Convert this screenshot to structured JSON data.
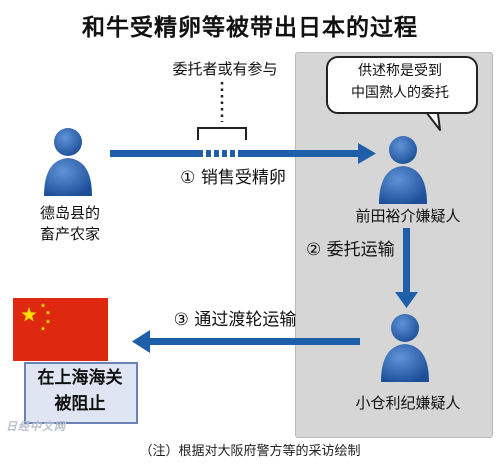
{
  "title": "和牛受精卵等被带出日本的过程",
  "consignment_note": "委托者或有参与",
  "bubble": {
    "line1": "供述称是受到",
    "line2": "中国熟人的委托"
  },
  "actors": {
    "farmer_line1": "德岛县的",
    "farmer_line2": "畜产农家",
    "suspect_maeda": "前田裕介嫌疑人",
    "suspect_ogura": "小仓利纪嫌疑人"
  },
  "steps": {
    "step1": "① 销售受精卵",
    "step2": "② 委托运输",
    "step3": "③ 通过渡轮运输"
  },
  "customs": {
    "line1": "在上海海关",
    "line2": "被阻止"
  },
  "footnote": "（注）根据对大阪府警方等的采访绘制",
  "watermark": "日经中文网",
  "colors": {
    "arrow_blue": "#1f5ea8",
    "person_blue": "#2c64b3",
    "flag_red": "#de2910",
    "flag_yellow": "#ffde00",
    "panel_gray": "#d6d6d6"
  }
}
